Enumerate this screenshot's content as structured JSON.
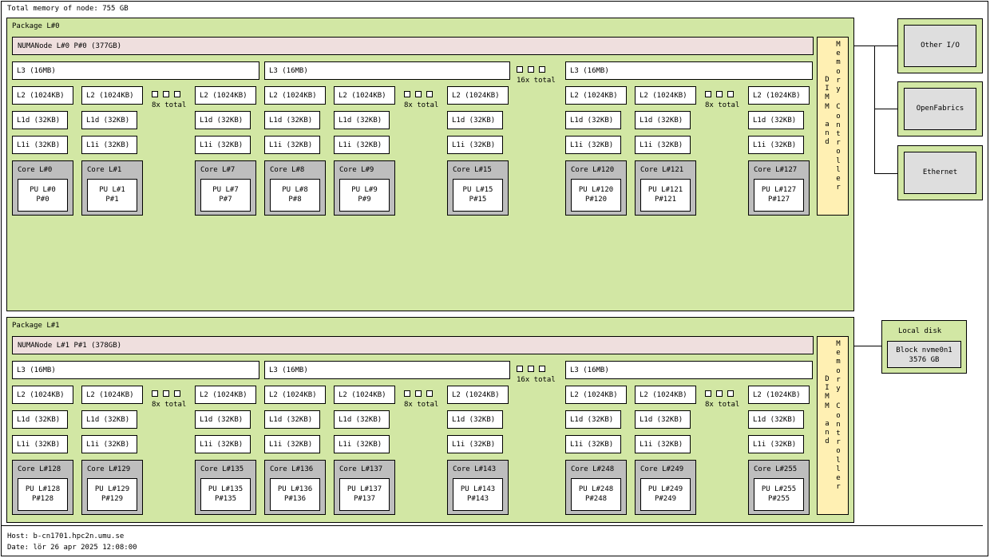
{
  "total_memory": "Total memory of node: 755 GB",
  "packages": [
    {
      "label": "Package L#0",
      "numa": "NUMANode L#0 P#0 (377GB)",
      "l3": [
        "L3 (16MB)",
        "L3 (16MB)",
        "L3 (16MB)"
      ],
      "l3_total": "16x total",
      "l2_total": "8x total",
      "l2": [
        "L2 (1024KB)",
        "L2 (1024KB)",
        "L2 (1024KB)",
        "L2 (1024KB)",
        "L2 (1024KB)",
        "L2 (1024KB)",
        "L2 (1024KB)",
        "L2 (1024KB)",
        "L2 (1024KB)"
      ],
      "l1d": [
        "L1d (32KB)",
        "L1d (32KB)",
        "L1d (32KB)",
        "L1d (32KB)",
        "L1d (32KB)",
        "L1d (32KB)",
        "L1d (32KB)",
        "L1d (32KB)",
        "L1d (32KB)"
      ],
      "l1i": [
        "L1i (32KB)",
        "L1i (32KB)",
        "L1i (32KB)",
        "L1i (32KB)",
        "L1i (32KB)",
        "L1i (32KB)",
        "L1i (32KB)",
        "L1i (32KB)",
        "L1i (32KB)"
      ],
      "cores": [
        {
          "core": "Core L#0",
          "pu": "PU L#0",
          "p": "P#0"
        },
        {
          "core": "Core L#1",
          "pu": "PU L#1",
          "p": "P#1"
        },
        {
          "core": "Core L#7",
          "pu": "PU L#7",
          "p": "P#7"
        },
        {
          "core": "Core L#8",
          "pu": "PU L#8",
          "p": "P#8"
        },
        {
          "core": "Core L#9",
          "pu": "PU L#9",
          "p": "P#9"
        },
        {
          "core": "Core L#15",
          "pu": "PU L#15",
          "p": "P#15"
        },
        {
          "core": "Core L#120",
          "pu": "PU L#120",
          "p": "P#120"
        },
        {
          "core": "Core L#121",
          "pu": "PU L#121",
          "p": "P#121"
        },
        {
          "core": "Core L#127",
          "pu": "PU L#127",
          "p": "P#127"
        }
      ],
      "memctl_left": "DIMM and",
      "memctl_right": "Memory Controller"
    },
    {
      "label": "Package L#1",
      "numa": "NUMANode L#1 P#1 (378GB)",
      "l3": [
        "L3 (16MB)",
        "L3 (16MB)",
        "L3 (16MB)"
      ],
      "l3_total": "16x total",
      "l2_total": "8x total",
      "l2": [
        "L2 (1024KB)",
        "L2 (1024KB)",
        "L2 (1024KB)",
        "L2 (1024KB)",
        "L2 (1024KB)",
        "L2 (1024KB)",
        "L2 (1024KB)",
        "L2 (1024KB)",
        "L2 (1024KB)"
      ],
      "l1d": [
        "L1d (32KB)",
        "L1d (32KB)",
        "L1d (32KB)",
        "L1d (32KB)",
        "L1d (32KB)",
        "L1d (32KB)",
        "L1d (32KB)",
        "L1d (32KB)",
        "L1d (32KB)"
      ],
      "l1i": [
        "L1i (32KB)",
        "L1i (32KB)",
        "L1i (32KB)",
        "L1i (32KB)",
        "L1i (32KB)",
        "L1i (32KB)",
        "L1i (32KB)",
        "L1i (32KB)",
        "L1i (32KB)"
      ],
      "cores": [
        {
          "core": "Core L#128",
          "pu": "PU L#128",
          "p": "P#128"
        },
        {
          "core": "Core L#129",
          "pu": "PU L#129",
          "p": "P#129"
        },
        {
          "core": "Core L#135",
          "pu": "PU L#135",
          "p": "P#135"
        },
        {
          "core": "Core L#136",
          "pu": "PU L#136",
          "p": "P#136"
        },
        {
          "core": "Core L#137",
          "pu": "PU L#137",
          "p": "P#137"
        },
        {
          "core": "Core L#143",
          "pu": "PU L#143",
          "p": "P#143"
        },
        {
          "core": "Core L#248",
          "pu": "PU L#248",
          "p": "P#248"
        },
        {
          "core": "Core L#249",
          "pu": "PU L#249",
          "p": "P#249"
        },
        {
          "core": "Core L#255",
          "pu": "PU L#255",
          "p": "P#255"
        }
      ],
      "memctl_left": "DIMM and",
      "memctl_right": "Memory Controller"
    }
  ],
  "devices": {
    "other_io": "Other I/O",
    "openfabrics": "OpenFabrics",
    "ethernet": "Ethernet",
    "local_disk": "Local disk",
    "block_name": "Block nvme0n1",
    "block_size": "3576 GB"
  },
  "colors": {
    "package": "#d2e7a4",
    "numa": "#efdfde",
    "core": "#bebebe",
    "memctl": "#fff0b3",
    "device": "#dedede"
  },
  "footer": {
    "host": "Host: b-cn1701.hpc2n.umu.se",
    "date": "Date: lör 26 apr 2025 12:08:00"
  }
}
